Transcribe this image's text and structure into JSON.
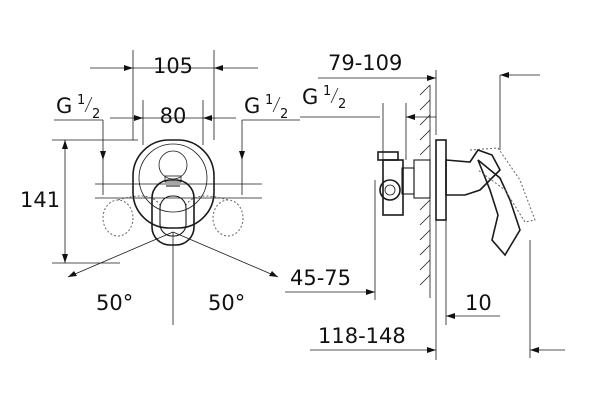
{
  "front_view": {
    "width_outer": "105",
    "width_inner": "80",
    "height": "141",
    "angle_left": "50°",
    "angle_right": "50°",
    "thread_left": {
      "letter": "G",
      "num": "1",
      "den": "2"
    },
    "thread_right": {
      "letter": "G",
      "num": "1",
      "den": "2"
    }
  },
  "side_view": {
    "depth_range": "79-109",
    "thread": {
      "letter": "G",
      "num": "1",
      "den": "2"
    },
    "handle_range": "45-75",
    "plate_thickness": "10",
    "total_range": "118-148"
  }
}
